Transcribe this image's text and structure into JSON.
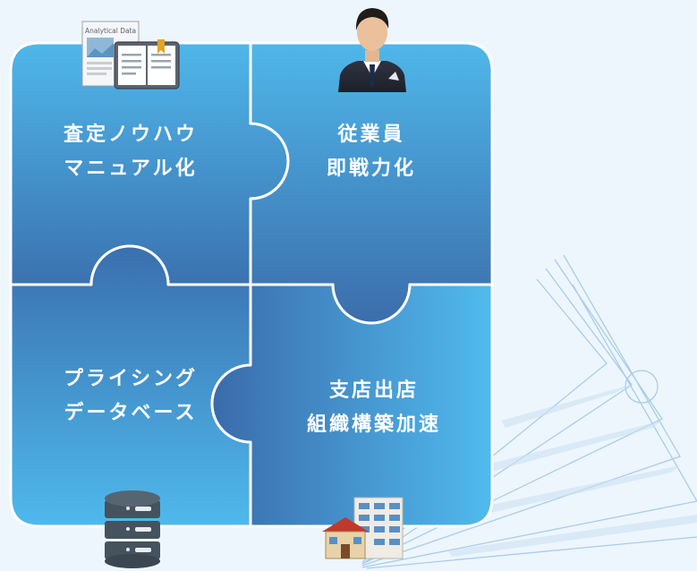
{
  "pieces": [
    {
      "id": "top-left",
      "lines": [
        "査定ノウハウ",
        "マニュアル化"
      ],
      "icon": "analytical-data-notebook-icon",
      "icon_text": "Analytical Data"
    },
    {
      "id": "top-right",
      "lines": [
        "従業員",
        "即戦力化"
      ],
      "icon": "businessman-avatar-icon"
    },
    {
      "id": "bottom-left",
      "lines": [
        "プライシング",
        "データベース"
      ],
      "icon": "database-icon"
    },
    {
      "id": "bottom-right",
      "lines": [
        "支店出店",
        "組織構築加速"
      ],
      "icon": "branch-building-icon"
    }
  ],
  "colors": {
    "background": "#edf6fd",
    "piece_light": "#4fb7ea",
    "piece_dark": "#3a6fae",
    "divider": "#ffffff",
    "deco_line": "#a9ccec"
  }
}
